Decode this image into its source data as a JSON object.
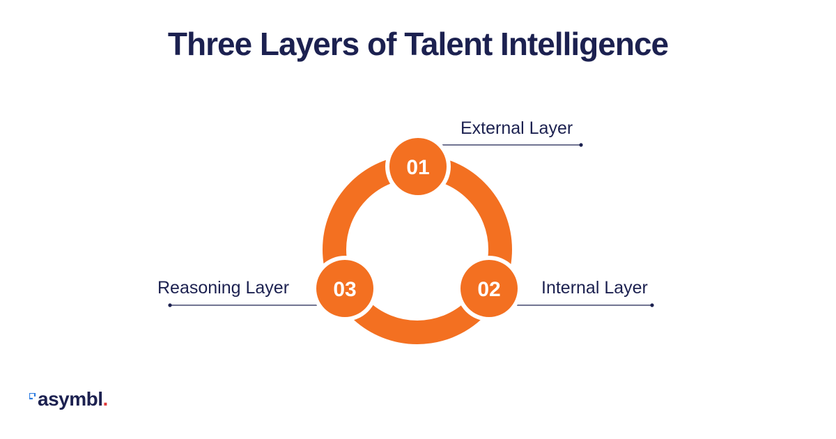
{
  "title": "Three Layers of Talent Intelligence",
  "layers": [
    {
      "number": "01",
      "label": "External Layer"
    },
    {
      "number": "02",
      "label": "Internal Layer"
    },
    {
      "number": "03",
      "label": "Reasoning Layer"
    }
  ],
  "logo": {
    "text": "asymbl",
    "dot": "."
  },
  "colors": {
    "accent": "#f37021",
    "text": "#1c2150",
    "logo_dot": "#e03a3a",
    "logo_mark": "#2f7de1"
  }
}
